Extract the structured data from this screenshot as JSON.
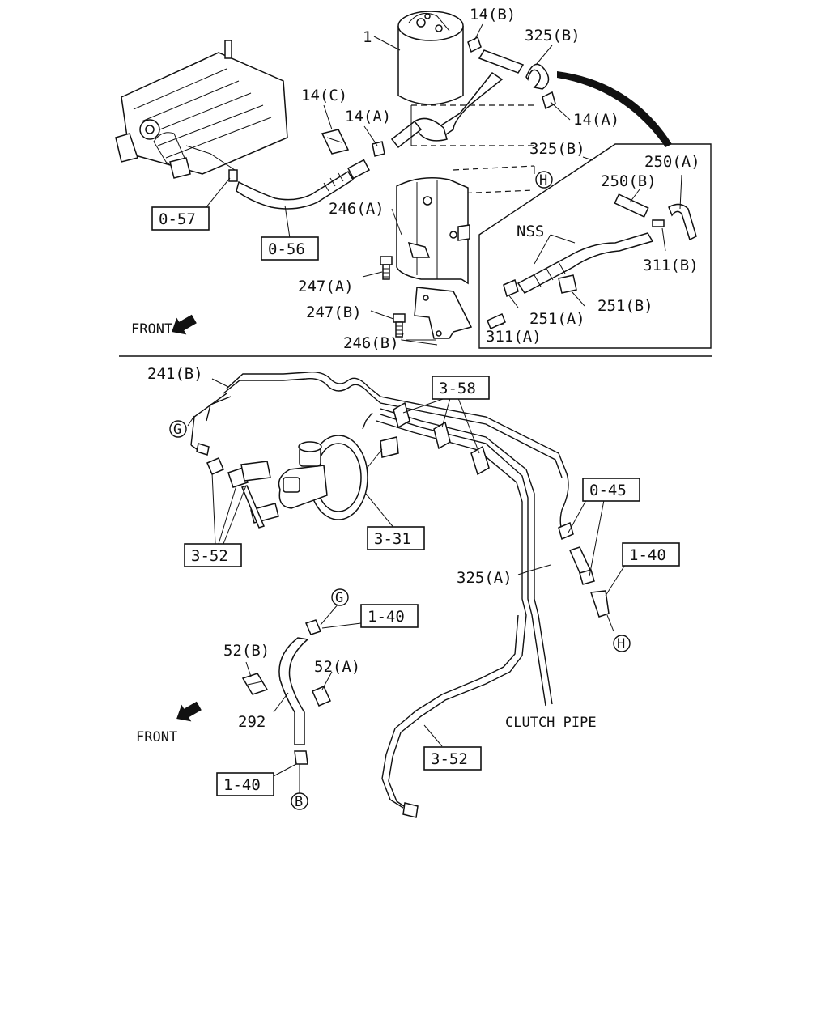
{
  "labels": {
    "l_1": "1",
    "l_14b": "14(B)",
    "l_325b_top": "325(B)",
    "l_14c": "14(C)",
    "l_14a_1": "14(A)",
    "l_14a_2": "14(A)",
    "l_325b_2": "325(B)",
    "l_250a": "250(A)",
    "l_250b": "250(B)",
    "l_246a": "246(A)",
    "l_nss": "NSS",
    "l_311b": "311(B)",
    "l_247a": "247(A)",
    "l_247b": "247(B)",
    "l_246b": "246(B)",
    "l_251a": "251(A)",
    "l_251b": "251(B)",
    "l_311a": "311(A)",
    "l_front_1": "FRONT",
    "l_241b": "241(B)",
    "l_325a": "325(A)",
    "l_52b": "52(B)",
    "l_52a": "52(A)",
    "l_292": "292",
    "l_front_2": "FRONT",
    "l_clutch": "CLUTCH PIPE"
  },
  "ref_boxes": {
    "r_057": "0-57",
    "r_056": "0-56",
    "r_358": "3-58",
    "r_045": "0-45",
    "r_140_a": "1-40",
    "r_352_a": "3-52",
    "r_331": "3-31",
    "r_140_b": "1-40",
    "r_352_b": "3-52",
    "r_140_c": "1-40"
  },
  "connectors": {
    "c_h1": "H",
    "c_g1": "G",
    "c_g2": "G",
    "c_h2": "H",
    "c_b": "B"
  },
  "colors": {
    "ink": "#111111",
    "paper": "#ffffff"
  }
}
